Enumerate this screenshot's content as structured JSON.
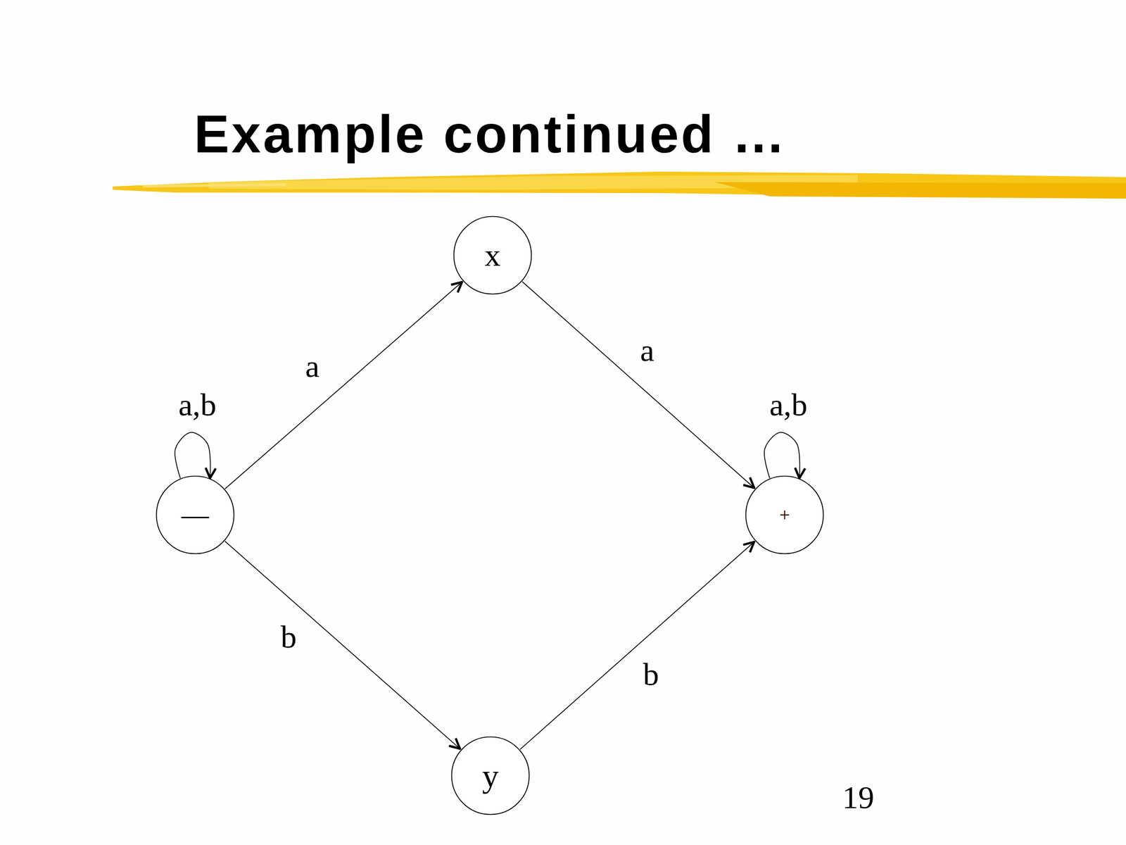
{
  "diagram": {
    "title": "Example continued …",
    "nodes": [
      {
        "text": [
          "x"
        ]
      },
      {
        "text": [
          "—"
        ]
      },
      {
        "text": [
          "+"
        ]
      },
      {
        "text": [
          "y"
        ]
      }
    ],
    "edges": [
      {
        "from": 1,
        "to": 0,
        "label": "a",
        "arrow": "to"
      },
      {
        "from": 0,
        "to": 2,
        "label": "a",
        "arrow": "to"
      },
      {
        "from": 1,
        "to": 3,
        "label": "b",
        "arrow": "to"
      },
      {
        "from": 3,
        "to": 2,
        "label": "b",
        "arrow": "to"
      },
      {
        "from": 1,
        "to": 1,
        "label": "a,b",
        "arrow": "to"
      },
      {
        "from": 2,
        "to": 2,
        "label": "a,b",
        "arrow": "to"
      }
    ],
    "labels": [
      "19"
    ]
  }
}
